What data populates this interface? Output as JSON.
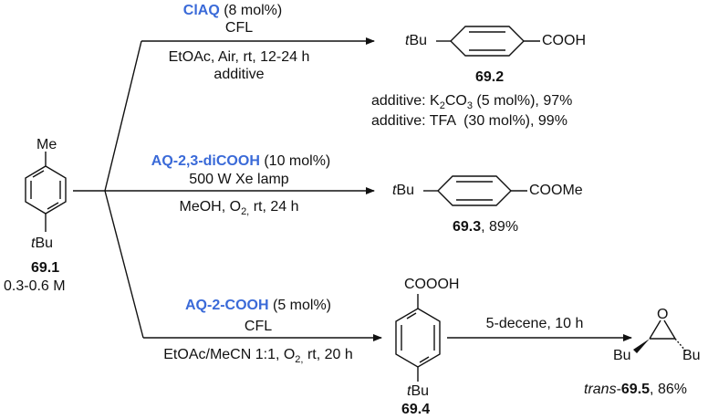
{
  "start": {
    "substituent_top": "Me",
    "substituent_bottom_italic": "t",
    "substituent_bottom_rest": "Bu",
    "label": "69.1",
    "concentration": "0.3-0.6 M"
  },
  "route_top": {
    "catalyst": "ClAQ",
    "loading": "(8 mol%)",
    "light": "CFL",
    "conditions": "EtOAc, Air, rt, 12-24 h",
    "extra": "additive",
    "product_group": "COOH",
    "product_tbu_italic": "t",
    "product_tbu_rest": "Bu",
    "product_label": "69.2",
    "additive_1_prefix": "additive: K",
    "additive_1_sub1": "2",
    "additive_1_mid": "CO",
    "additive_1_sub2": "3",
    "additive_1_suffix": " (5 mol%), 97%",
    "additive_2": "additive: TFA  (30 mol%), 99%"
  },
  "route_middle": {
    "catalyst": "AQ-2,3-diCOOH",
    "loading": "(10 mol%)",
    "light": "500 W Xe lamp",
    "conditions_a": "MeOH, O",
    "conditions_sub": "2,",
    "conditions_b": " rt, 24 h",
    "product_group": "COOMe",
    "product_tbu_italic": "t",
    "product_tbu_rest": "Bu",
    "product_label": "69.3",
    "product_yield": ", 89%"
  },
  "route_bottom": {
    "catalyst": "AQ-2-COOH",
    "loading": "(5 mol%)",
    "light": "CFL",
    "conditions_a": "EtOAc/MeCN 1:1, O",
    "conditions_sub": "2,",
    "conditions_b": " rt, 20 h",
    "intermediate_group": "COOOH",
    "intermediate_tbu_italic": "t",
    "intermediate_tbu_rest": "Bu",
    "intermediate_label": "69.4",
    "step2_conditions": "5-decene, 10 h",
    "epoxide_o": "O",
    "epoxide_left": "Bu",
    "epoxide_right": "Bu",
    "final_prefix_italic": "trans",
    "final_dash": "-",
    "final_label": "69.5",
    "final_yield": ", 86%"
  },
  "colors": {
    "catalyst": "#3a6ad8",
    "ink": "#111111"
  }
}
